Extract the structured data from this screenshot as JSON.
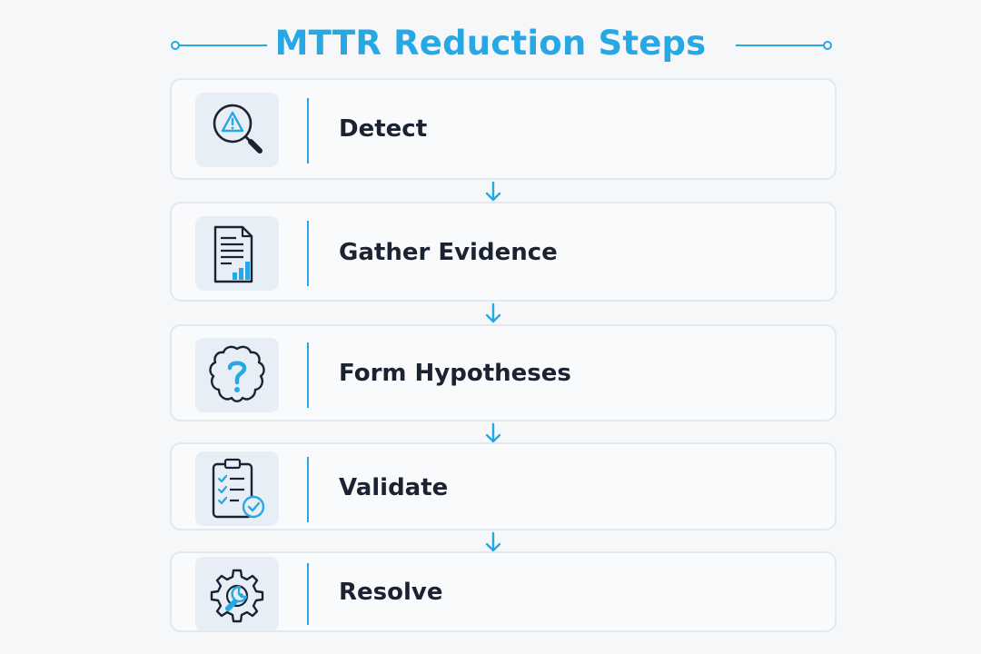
{
  "title": "MTTR Reduction Steps",
  "colors": {
    "accent": "#27a8e4",
    "text": "#1b2333",
    "card_border": "#e3e8ee",
    "icon_bg": "#e8eef5"
  },
  "steps": [
    {
      "label": "Detect",
      "icon": "magnifier-warning-icon"
    },
    {
      "label": "Gather Evidence",
      "icon": "document-chart-icon"
    },
    {
      "label": "Form Hypotheses",
      "icon": "brain-question-icon"
    },
    {
      "label": "Validate",
      "icon": "clipboard-check-icon"
    },
    {
      "label": "Resolve",
      "icon": "gear-wrench-icon"
    }
  ]
}
